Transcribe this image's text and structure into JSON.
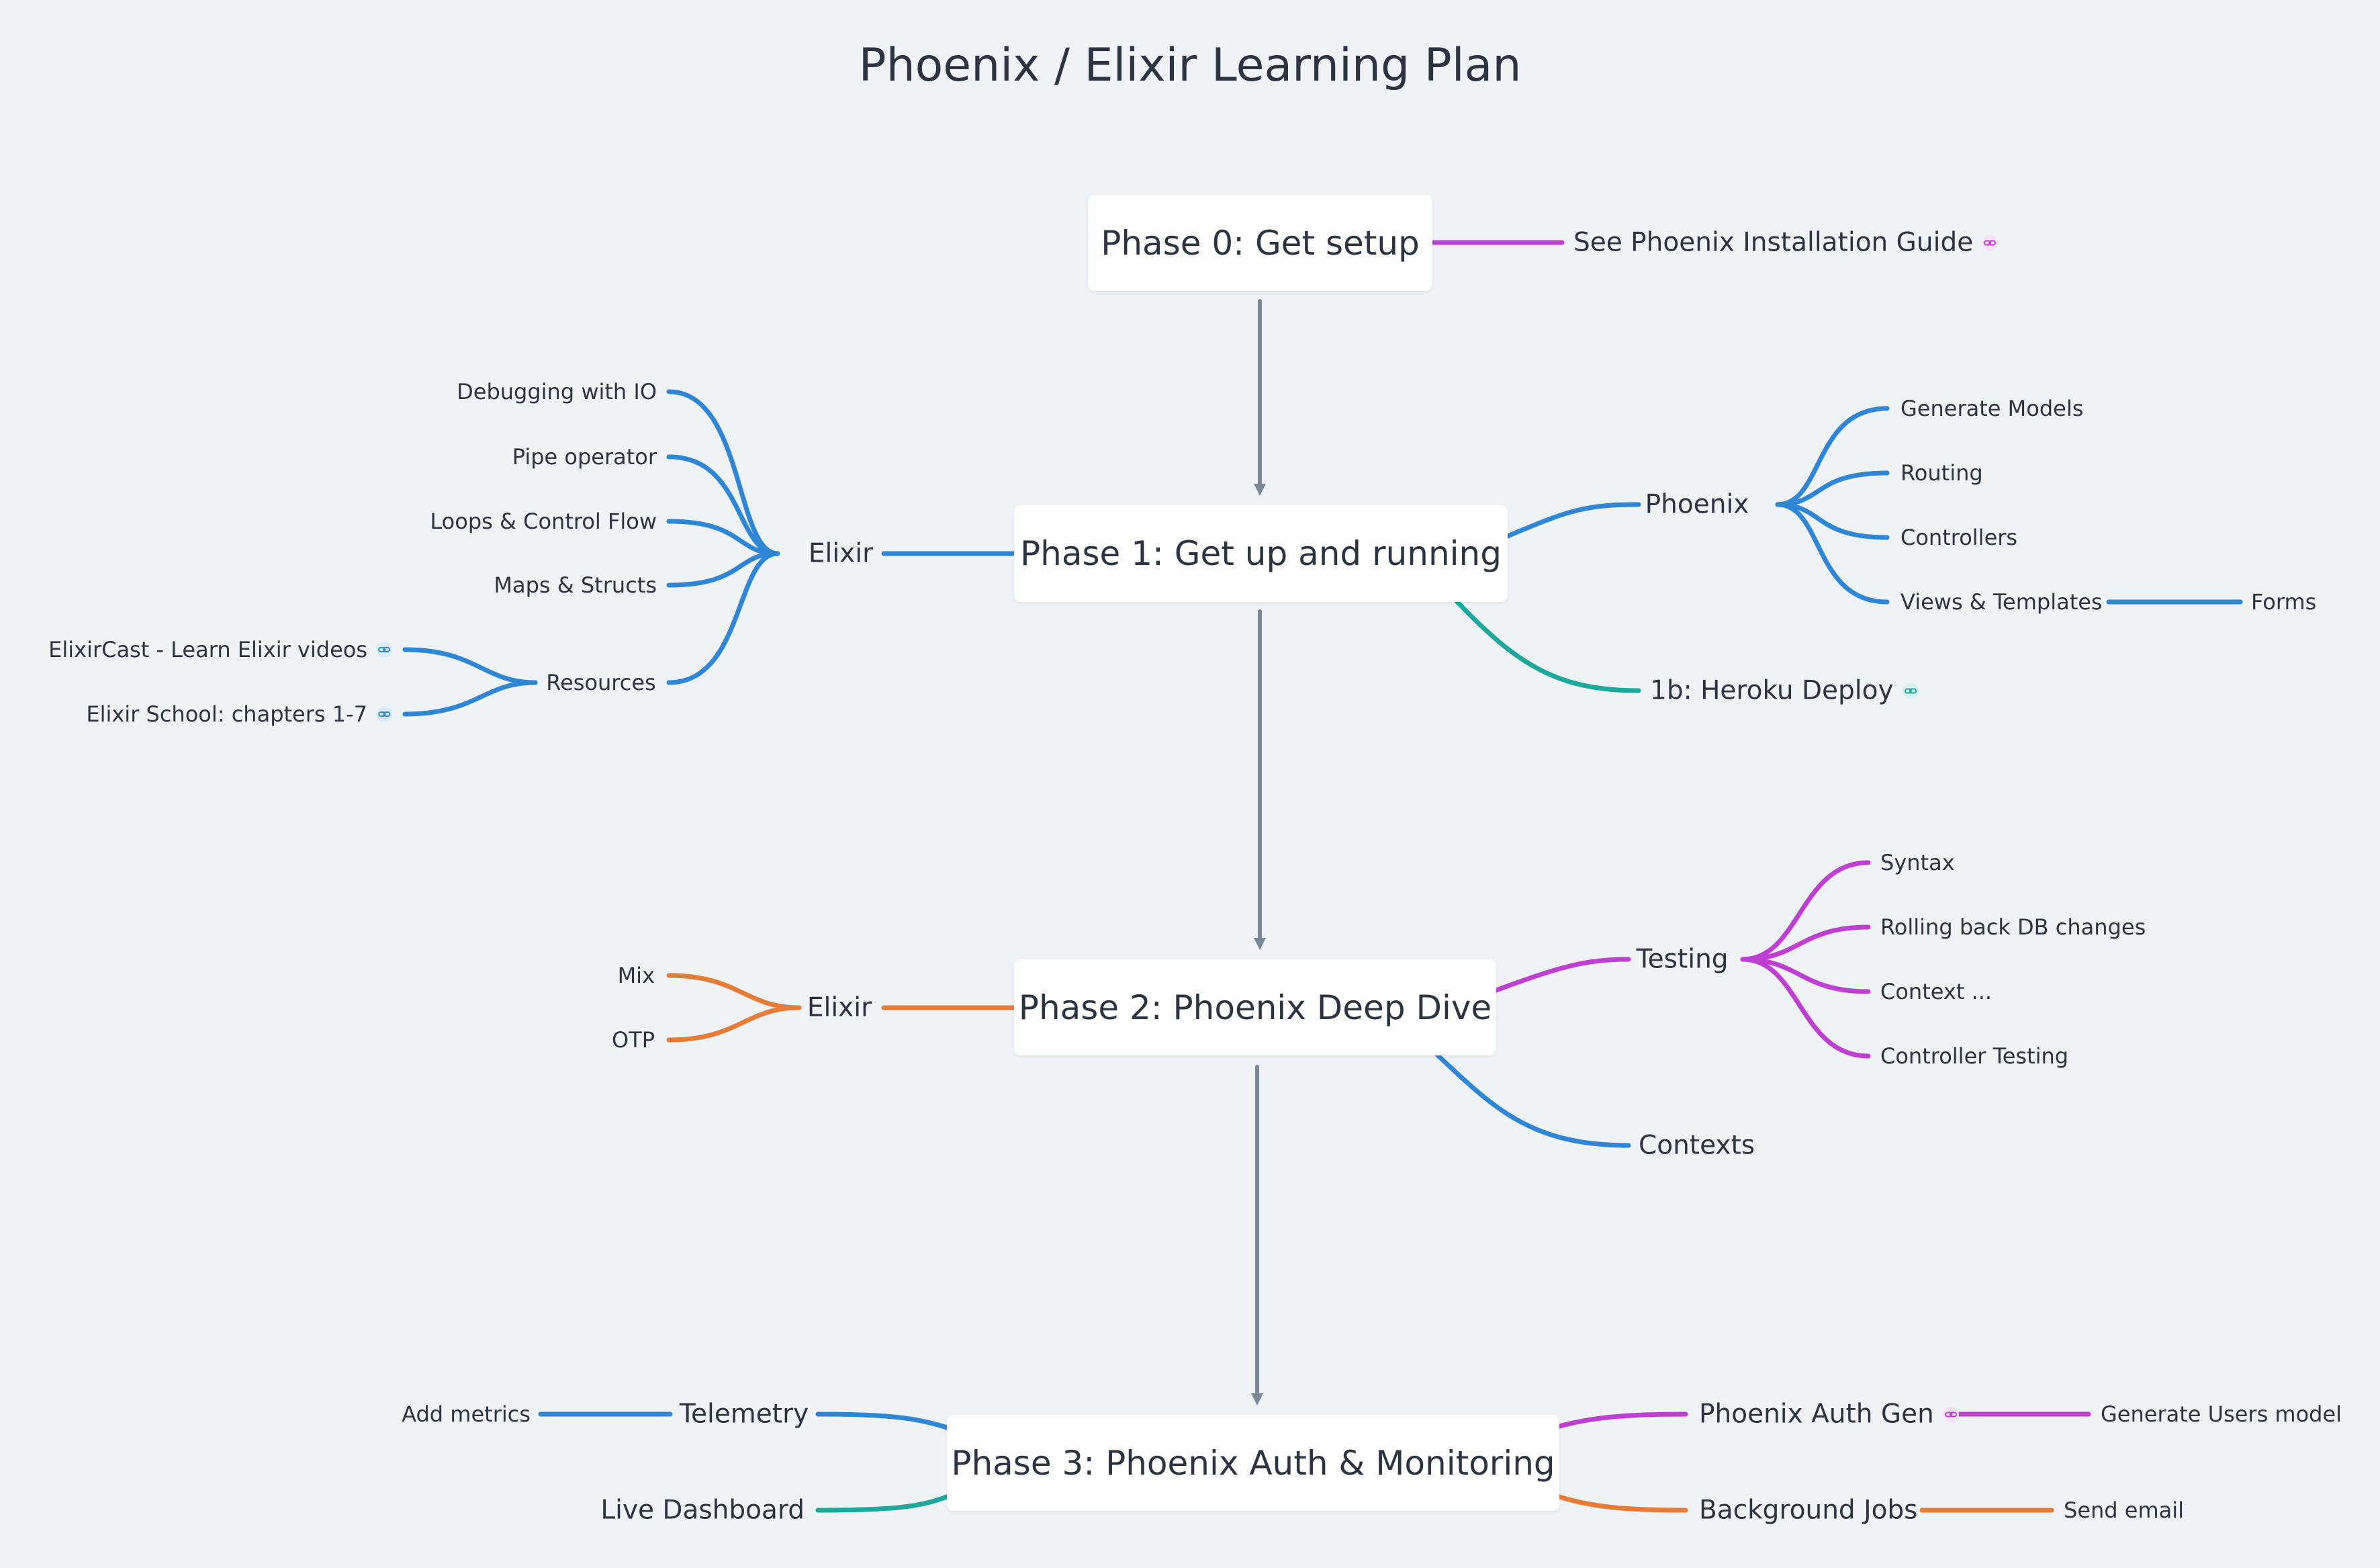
{
  "title": "Phoenix / Elixir Learning Plan",
  "colors": {
    "blue": "#2e86d6",
    "purple": "#c03fd3",
    "teal": "#1aa99b",
    "orange": "#e77c36",
    "arrow": "#7a8796"
  },
  "phases": [
    {
      "label": "Phase 0: Get setup"
    },
    {
      "label": "Phase 1: Get up and running"
    },
    {
      "label": "Phase 2: Phoenix Deep Dive"
    },
    {
      "label": "Phase 3: Phoenix Auth & Monitoring"
    }
  ],
  "phase0": {
    "guide": "See Phoenix Installation Guide"
  },
  "phase1": {
    "elixir": "Elixir",
    "elixir_items": [
      "Debugging with IO",
      "Pipe operator",
      "Loops & Control Flow",
      "Maps & Structs",
      "Resources"
    ],
    "resources": [
      "ElixirCast - Learn Elixir videos",
      "Elixir School: chapters 1-7"
    ],
    "phoenix": "Phoenix",
    "phoenix_items": [
      "Generate Models",
      "Routing",
      "Controllers",
      "Views & Templates"
    ],
    "forms": "Forms",
    "heroku": "1b: Heroku Deploy"
  },
  "phase2": {
    "elixir": "Elixir",
    "elixir_items": [
      "Mix",
      "OTP"
    ],
    "testing": "Testing",
    "testing_items": [
      "Syntax",
      "Rolling back DB changes",
      "Context ...",
      "Controller Testing"
    ],
    "contexts": "Contexts"
  },
  "phase3": {
    "telemetry": "Telemetry",
    "add_metrics": "Add metrics",
    "live_dashboard": "Live Dashboard",
    "auth_gen": "Phoenix Auth Gen",
    "users_model": "Generate Users model",
    "background_jobs": "Background Jobs",
    "send_email": "Send email"
  }
}
